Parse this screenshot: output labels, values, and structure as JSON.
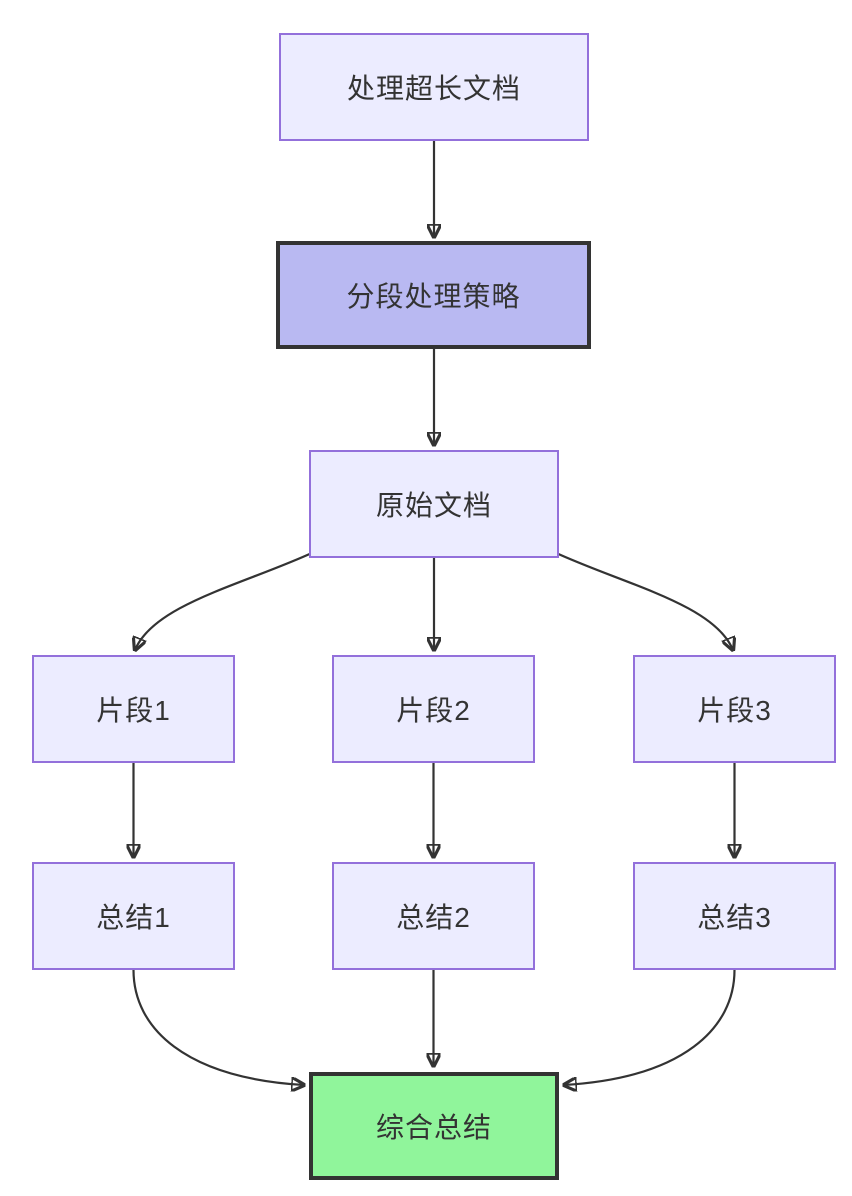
{
  "diagram": {
    "type": "flowchart",
    "direction": "top-down",
    "nodes": [
      {
        "id": "A",
        "label": "处理超长文档",
        "style": "default"
      },
      {
        "id": "B",
        "label": "分段处理策略",
        "style": "emphasis"
      },
      {
        "id": "C",
        "label": "原始文档",
        "style": "default"
      },
      {
        "id": "D1",
        "label": "片段1",
        "style": "default"
      },
      {
        "id": "D2",
        "label": "片段2",
        "style": "default"
      },
      {
        "id": "D3",
        "label": "片段3",
        "style": "default"
      },
      {
        "id": "E1",
        "label": "总结1",
        "style": "default"
      },
      {
        "id": "E2",
        "label": "总结2",
        "style": "default"
      },
      {
        "id": "E3",
        "label": "总结3",
        "style": "default"
      },
      {
        "id": "F",
        "label": "综合总结",
        "style": "success"
      }
    ],
    "edges": [
      {
        "from": "处理超长文档",
        "to": "分段处理策略"
      },
      {
        "from": "分段处理策略",
        "to": "原始文档"
      },
      {
        "from": "原始文档",
        "to": "片段1"
      },
      {
        "from": "原始文档",
        "to": "片段2"
      },
      {
        "from": "原始文档",
        "to": "片段3"
      },
      {
        "from": "片段1",
        "to": "总结1"
      },
      {
        "from": "片段2",
        "to": "总结2"
      },
      {
        "from": "片段3",
        "to": "总结3"
      },
      {
        "from": "总结1",
        "to": "综合总结"
      },
      {
        "from": "总结2",
        "to": "综合总结"
      },
      {
        "from": "总结3",
        "to": "综合总结"
      }
    ],
    "colors": {
      "node_fill": "#ECECFF",
      "node_border": "#9370DB",
      "emphasis_fill": "#B9B9F2",
      "success_fill": "#90F59B",
      "strong_border": "#333333",
      "arrow": "#333333",
      "text": "#333333",
      "background": "#FFFFFF"
    }
  }
}
